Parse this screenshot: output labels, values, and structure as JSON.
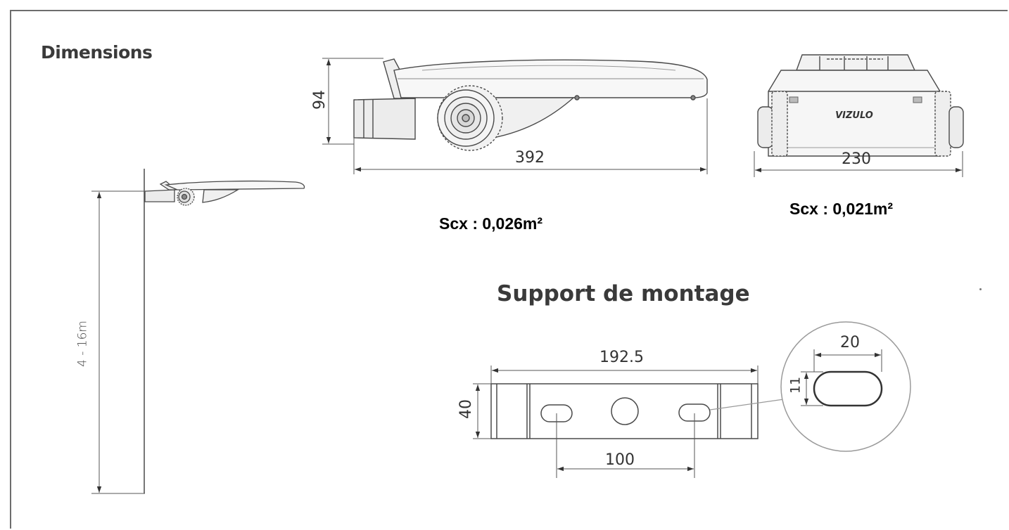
{
  "headings": {
    "dimensions": "Dimensions",
    "mounting": "Support de montage"
  },
  "luminaire": {
    "side_height": "94",
    "side_length": "392",
    "front_width": "230",
    "brand_marking": "VIZULO"
  },
  "pole": {
    "mounting_height": "4 - 16m"
  },
  "scx": {
    "side": "Scx : 0,026m²",
    "front": "Scx : 0,021m²"
  },
  "bracket": {
    "length": "192.5",
    "height": "40",
    "hole_spacing": "100"
  },
  "slot_detail": {
    "width": "20",
    "height": "11"
  },
  "colors": {
    "line": "#4a4a4a",
    "housing": "#f4f4f4",
    "detail_circle": "#9a9a9a"
  }
}
